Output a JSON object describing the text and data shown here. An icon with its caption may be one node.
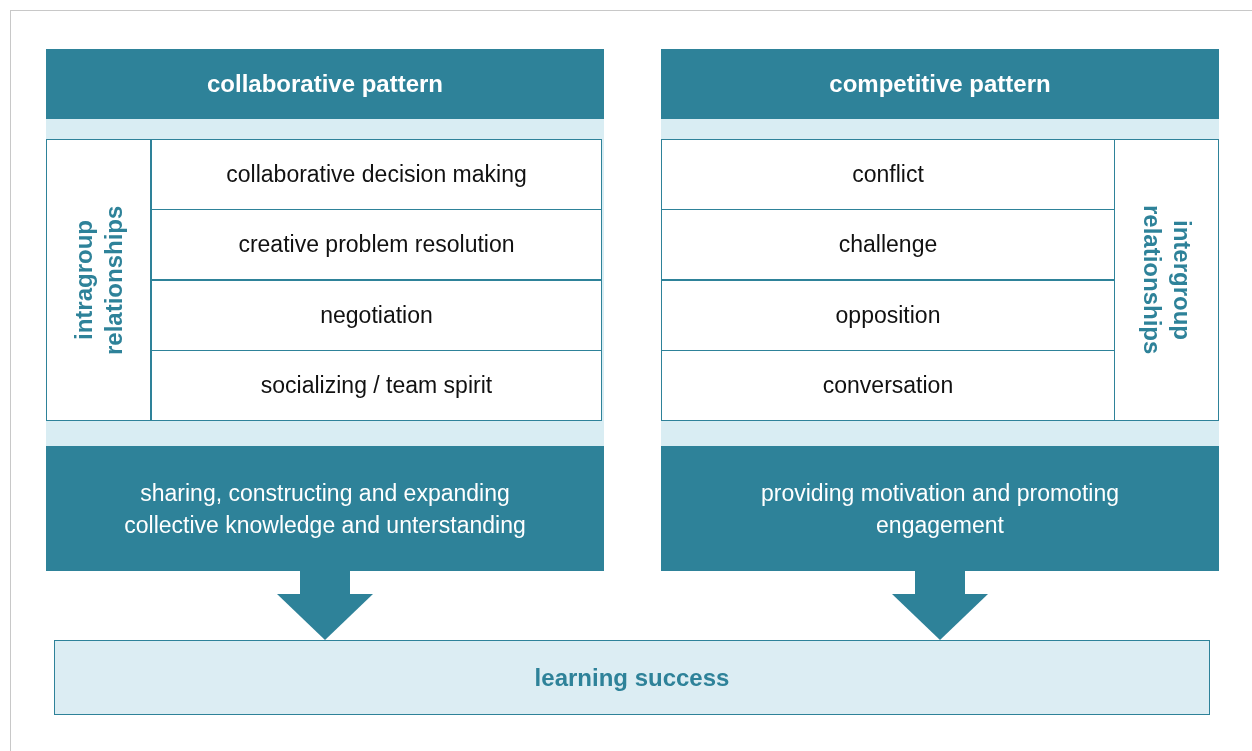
{
  "diagram": {
    "nodes": [
      {
        "text": [
          "collaborative pattern"
        ]
      },
      {
        "text": [
          "intragroup relationships"
        ],
        "in": 0
      },
      {
        "text": [
          "collaborative decision making"
        ],
        "in": 0
      },
      {
        "text": [
          "creative problem resolution"
        ],
        "in": 0
      },
      {
        "text": [
          "negotiation"
        ],
        "in": 0
      },
      {
        "text": [
          "socializing / team spirit"
        ],
        "in": 0
      },
      {
        "text": [
          "sharing, constructing and expanding collective knowledge and unterstanding"
        ],
        "in": 0
      },
      {
        "text": [
          "competitive pattern"
        ]
      },
      {
        "text": [
          "conflict"
        ],
        "in": 7
      },
      {
        "text": [
          "challenge"
        ],
        "in": 7
      },
      {
        "text": [
          "opposition"
        ],
        "in": 7
      },
      {
        "text": [
          "conversation"
        ],
        "in": 7
      },
      {
        "text": [
          "intergroup relationships"
        ],
        "in": 7
      },
      {
        "text": [
          "providing motivation and promoting engagement"
        ],
        "in": 7
      },
      {
        "text": [
          "learning success"
        ]
      }
    ],
    "edges": [
      {
        "from": 6,
        "to": 14,
        "arrow": "to"
      },
      {
        "from": 13,
        "to": 14,
        "arrow": "to"
      }
    ]
  }
}
